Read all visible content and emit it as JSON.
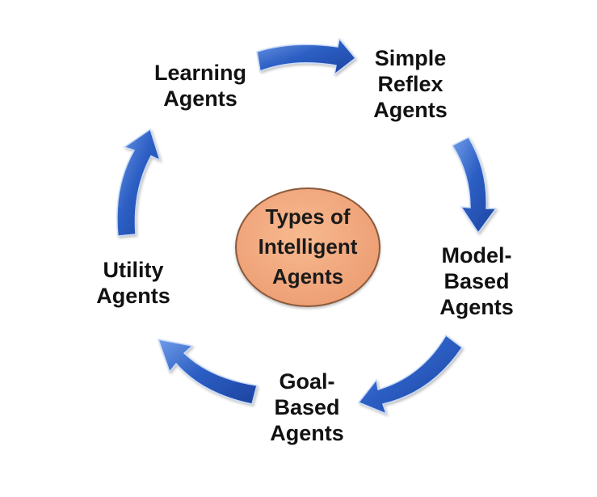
{
  "center": {
    "lines": [
      "Types of",
      "Intelligent",
      "Agents"
    ],
    "fill_color": "#f0a47a"
  },
  "nodes": [
    {
      "id": "learning-agents",
      "lines": [
        "Learning",
        "Agents"
      ]
    },
    {
      "id": "simple-reflex-agents",
      "lines": [
        "Simple",
        "Reflex",
        "Agents"
      ]
    },
    {
      "id": "model-based-agents",
      "lines": [
        "Model-",
        "Based",
        "Agents"
      ]
    },
    {
      "id": "goal-based-agents",
      "lines": [
        "Goal-",
        "Based",
        "Agents"
      ]
    },
    {
      "id": "utility-agents",
      "lines": [
        "Utility",
        "Agents"
      ]
    }
  ],
  "arrow_color": "#2d5fc4",
  "edges": [
    {
      "from": "learning-agents",
      "to": "simple-reflex-agents"
    },
    {
      "from": "simple-reflex-agents",
      "to": "model-based-agents"
    },
    {
      "from": "model-based-agents",
      "to": "goal-based-agents"
    },
    {
      "from": "goal-based-agents",
      "to": "utility-agents"
    },
    {
      "from": "utility-agents",
      "to": "learning-agents"
    }
  ]
}
